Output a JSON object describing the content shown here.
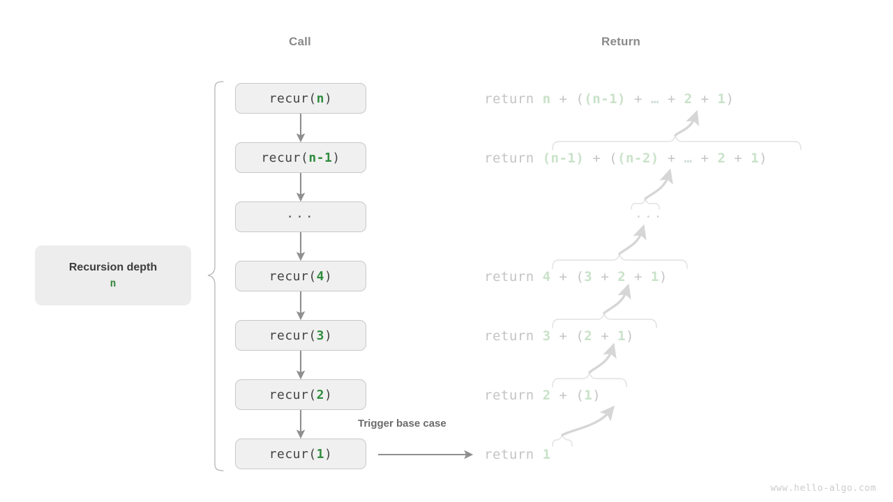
{
  "headers": {
    "call": "Call",
    "return": "Return"
  },
  "depth_label": {
    "title": "Recursion depth",
    "value": "n"
  },
  "call_stack": [
    {
      "name": "call-box-n",
      "prefix": "recur(",
      "arg": "n",
      "suffix": ")",
      "is_ellipsis": false
    },
    {
      "name": "call-box-n-1",
      "prefix": "recur(",
      "arg": "n-1",
      "suffix": ")",
      "is_ellipsis": false
    },
    {
      "name": "call-box-ellipsis",
      "prefix": "",
      "arg": "...",
      "suffix": "",
      "is_ellipsis": true
    },
    {
      "name": "call-box-4",
      "prefix": "recur(",
      "arg": "4",
      "suffix": ")",
      "is_ellipsis": false
    },
    {
      "name": "call-box-3",
      "prefix": "recur(",
      "arg": "3",
      "suffix": ")",
      "is_ellipsis": false
    },
    {
      "name": "call-box-2",
      "prefix": "recur(",
      "arg": "2",
      "suffix": ")",
      "is_ellipsis": false
    },
    {
      "name": "call-box-1",
      "prefix": "recur(",
      "arg": "1",
      "suffix": ")",
      "is_ellipsis": false
    }
  ],
  "returns": [
    {
      "name": "return-line-n",
      "keyword": "return ",
      "expr": "n + ((n-1) + … + 2 + 1)"
    },
    {
      "name": "return-line-n-1",
      "keyword": "return ",
      "expr": "(n-1) + ((n-2) + … + 2 + 1)"
    },
    {
      "name": "return-line-ellipsis",
      "keyword": "",
      "expr": "..."
    },
    {
      "name": "return-line-4",
      "keyword": "return ",
      "expr": "4 + (3 + 2 + 1)"
    },
    {
      "name": "return-line-3",
      "keyword": "return ",
      "expr": "3 + (2 + 1)"
    },
    {
      "name": "return-line-2",
      "keyword": "return ",
      "expr": "2 + (1)"
    },
    {
      "name": "return-line-1",
      "keyword": "return ",
      "expr": "1"
    }
  ],
  "annotations": {
    "trigger_base_case": "Trigger base case"
  },
  "watermark": "www.hello-algo.com",
  "colors": {
    "box_fill": "#f0f0f0",
    "box_border": "#c8c8c8",
    "green_strong": "#2f8c3e",
    "green_faded": "#c9e2c9",
    "text_gray": "#444444",
    "faded_gray": "#c4c4c4",
    "header_gray": "#8a8a8a",
    "depth_fill": "#ededed"
  }
}
